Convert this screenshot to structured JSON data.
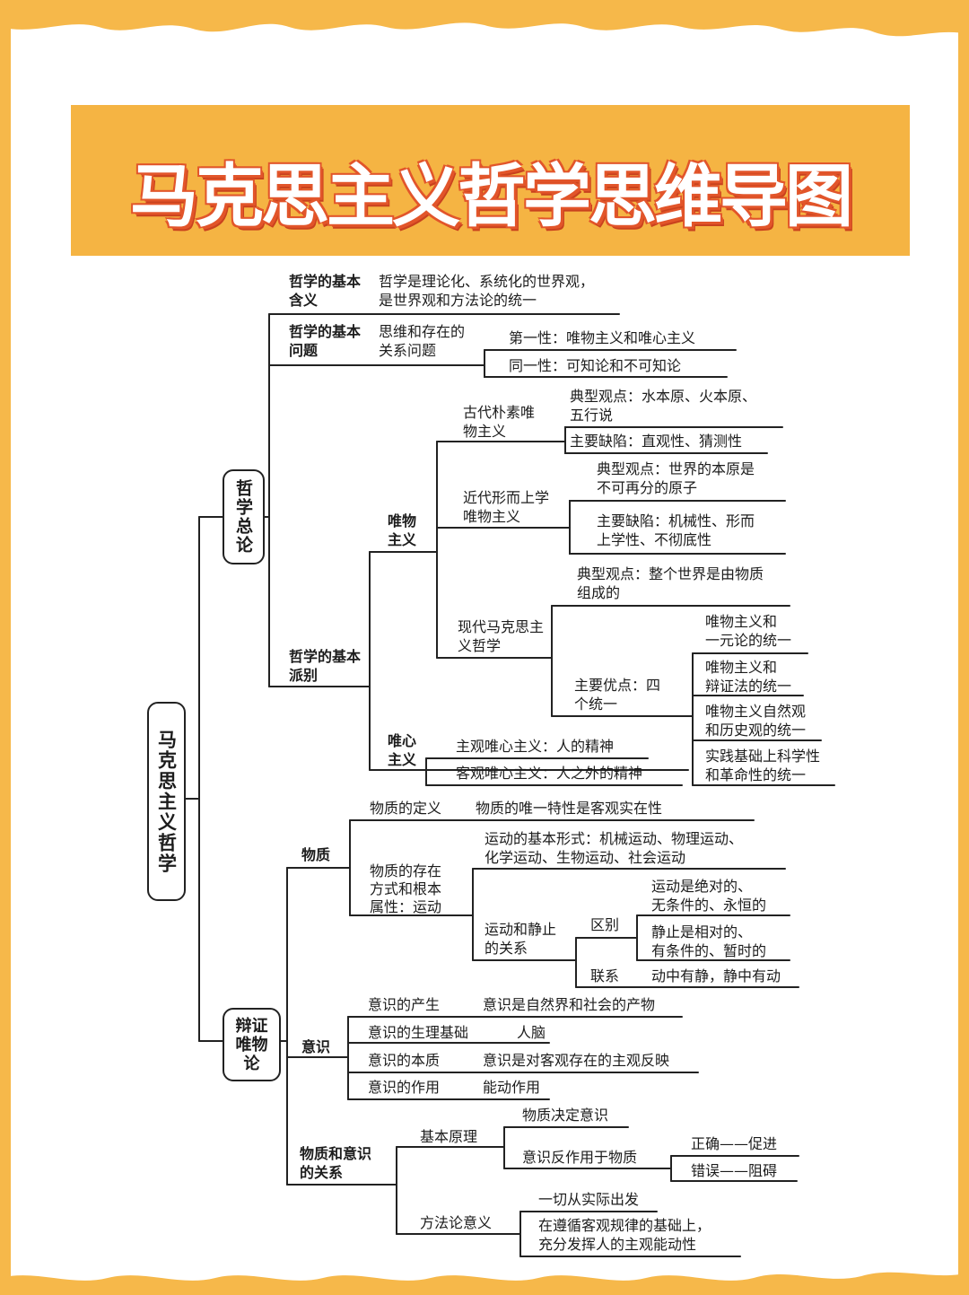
{
  "title": "马克思主义哲学思维导图",
  "colors": {
    "accent": "#f5b443",
    "title_outline": "#e2552a",
    "paper": "#ffffff",
    "line": "#222222"
  },
  "root": "马克思主义哲学",
  "b1": {
    "label": "哲学总论",
    "def_label": "哲学的基本含义",
    "def_text": [
      "哲学是理论化、系统化的世界观，",
      "是世界观和方法论的统一"
    ],
    "q_label": "哲学的基本问题",
    "q_sub": "思维和存在的关系问题",
    "q_items": [
      "第一性：唯物主义和唯心主义",
      "同一性：可知论和不可知论"
    ],
    "schools_label": "哲学的基本派别",
    "mat_label": "唯物主义",
    "ancient_label": "古代朴素唯物主义",
    "ancient_view": [
      "典型观点：水本原、火本原、",
      "五行说"
    ],
    "ancient_flaw": "主要缺陷：直观性、猜测性",
    "modern_label": "近代形而上学唯物主义",
    "modern_view": [
      "典型观点：世界的本原是",
      "不可再分的原子"
    ],
    "modern_flaw": [
      "主要缺陷：机械性、形而",
      "上学性、不彻底性"
    ],
    "marx_label": "现代马克思主义哲学",
    "marx_view": [
      "典型观点：整个世界是由物质",
      "组成的"
    ],
    "marx_adv": "主要优点：四个统一",
    "unities": [
      [
        "唯物主义和",
        "一元论的统一"
      ],
      [
        "唯物主义和",
        "辩证法的统一"
      ],
      [
        "唯物主义自然观",
        "和历史观的统一"
      ],
      [
        "实践基础上科学性",
        "和革命性的统一"
      ]
    ],
    "idealism_label": "唯心主义",
    "idealism_items": [
      "主观唯心主义：人的精神",
      "客观唯心主义：人之外的精神"
    ]
  },
  "b2": {
    "label": "辩证唯物论",
    "matter_label": "物质",
    "matter_def_label": "物质的定义",
    "matter_def": "物质的唯一特性是客观实在性",
    "matter_exist_label": [
      "物质的存在",
      "方式和根本",
      "属性：运动"
    ],
    "motion_forms": [
      "运动的基本形式：机械运动、物理运动、",
      "化学运动、生物运动、社会运动"
    ],
    "motion_rest_label": [
      "运动和静止",
      "的关系"
    ],
    "diff_label": "区别",
    "diff_items": [
      [
        "运动是绝对的、",
        "无条件的、永恒的"
      ],
      [
        "静止是相对的、",
        "有条件的、暂时的"
      ]
    ],
    "link_label": "联系",
    "link_text": "动中有静，静中有动",
    "cons_label": "意识",
    "cons_items": [
      {
        "k": "意识的产生",
        "v": "意识是自然界和社会的产物"
      },
      {
        "k": "意识的生理基础",
        "v": "人脑"
      },
      {
        "k": "意识的本质",
        "v": "意识是对客观存在的主观反映"
      },
      {
        "k": "意识的作用",
        "v": "能动作用"
      }
    ],
    "mc_label": [
      "物质和意识",
      "的关系"
    ],
    "principle_label": "基本原理",
    "principle_items": [
      "物质决定意识",
      "意识反作用于物质"
    ],
    "react_items": [
      "正确——促进",
      "错误——阻碍"
    ],
    "method_label": "方法论意义",
    "method_items": [
      "一切从实际出发",
      [
        "在遵循客观规律的基础上，",
        "充分发挥人的主观能动性"
      ]
    ]
  }
}
